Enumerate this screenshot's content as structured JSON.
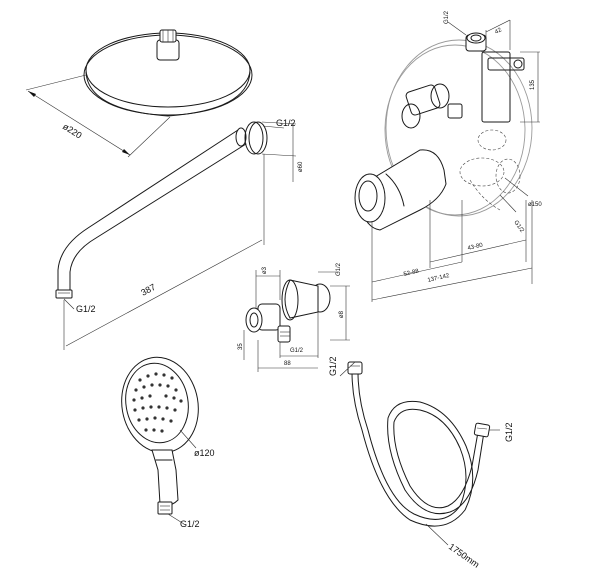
{
  "shower_head": {
    "diameter_label": "ø220"
  },
  "shower_arm": {
    "thread_top_label": "G1/2",
    "height_label": "ø60",
    "length_label": "387",
    "thread_bottom_label": "G1/2"
  },
  "wall_outlet": {
    "dim_top_label": "ø3",
    "thread_label": "G1/2",
    "height_label": "ø8",
    "depth_label": "35",
    "width_label": "G1/2",
    "base_label": "88"
  },
  "mixer": {
    "thread_label": "G1/2",
    "width_label": "42",
    "depth_label": "135",
    "diameter_label": "ø150",
    "outlet_label": "G1/2",
    "dim_a_label": "43-80",
    "dim_b_label": "52-88",
    "dim_c_label": "137-142"
  },
  "hand_shower": {
    "diameter_label": "ø120",
    "thread_label": "G1/2"
  },
  "hose": {
    "thread_top_label": "G1/2",
    "thread_right_label": "G1/2",
    "length_label": "1750mm"
  }
}
